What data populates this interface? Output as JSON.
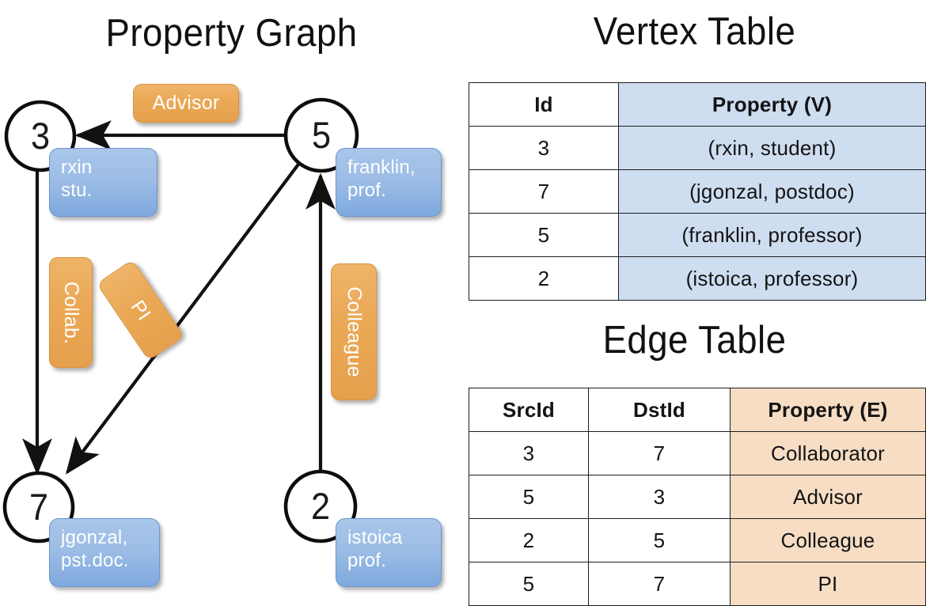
{
  "titles": {
    "property_graph": "Property Graph",
    "vertex_table": "Vertex Table",
    "edge_table": "Edge Table"
  },
  "colors": {
    "vertex_property_fill": "#cfddf1",
    "edge_property_fill": "#f6ddc4",
    "vertex_box_fill": "#9dbde6",
    "edge_label_fill": "#eaa855",
    "stroke": "#1d1d1d",
    "text_on_box": "#ffffff"
  },
  "graph": {
    "nodes": [
      {
        "id": "3",
        "label": "3",
        "property_lines": [
          "rxin",
          "stu."
        ]
      },
      {
        "id": "5",
        "label": "5",
        "property_lines": [
          "franklin,",
          "prof."
        ]
      },
      {
        "id": "7",
        "label": "7",
        "property_lines": [
          "jgonzal,",
          "pst.doc."
        ]
      },
      {
        "id": "2",
        "label": "2",
        "property_lines": [
          "istoica",
          "prof."
        ]
      }
    ],
    "edge_labels": [
      {
        "name": "advisor",
        "text": "Advisor",
        "orientation": "horizontal"
      },
      {
        "name": "collab",
        "text": "Collab.",
        "orientation": "vertical"
      },
      {
        "name": "pi",
        "text": "PI",
        "orientation": "diagonal"
      },
      {
        "name": "colleague",
        "text": "Colleague",
        "orientation": "vertical"
      }
    ],
    "edges": [
      {
        "from": "5",
        "to": "3",
        "label": "Advisor"
      },
      {
        "from": "3",
        "to": "7",
        "label": "Collab."
      },
      {
        "from": "5",
        "to": "7",
        "label": "PI"
      },
      {
        "from": "2",
        "to": "5",
        "label": "Colleague"
      }
    ]
  },
  "vertex_table": {
    "headers": [
      "Id",
      "Property (V)"
    ],
    "rows": [
      {
        "id": "3",
        "property": "(rxin, student)"
      },
      {
        "id": "7",
        "property": "(jgonzal, postdoc)"
      },
      {
        "id": "5",
        "property": "(franklin, professor)"
      },
      {
        "id": "2",
        "property": "(istoica, professor)"
      }
    ]
  },
  "edge_table": {
    "headers": [
      "SrcId",
      "DstId",
      "Property (E)"
    ],
    "rows": [
      {
        "src": "3",
        "dst": "7",
        "property": "Collaborator"
      },
      {
        "src": "5",
        "dst": "3",
        "property": "Advisor"
      },
      {
        "src": "2",
        "dst": "5",
        "property": "Colleague"
      },
      {
        "src": "5",
        "dst": "7",
        "property": "PI"
      }
    ]
  }
}
